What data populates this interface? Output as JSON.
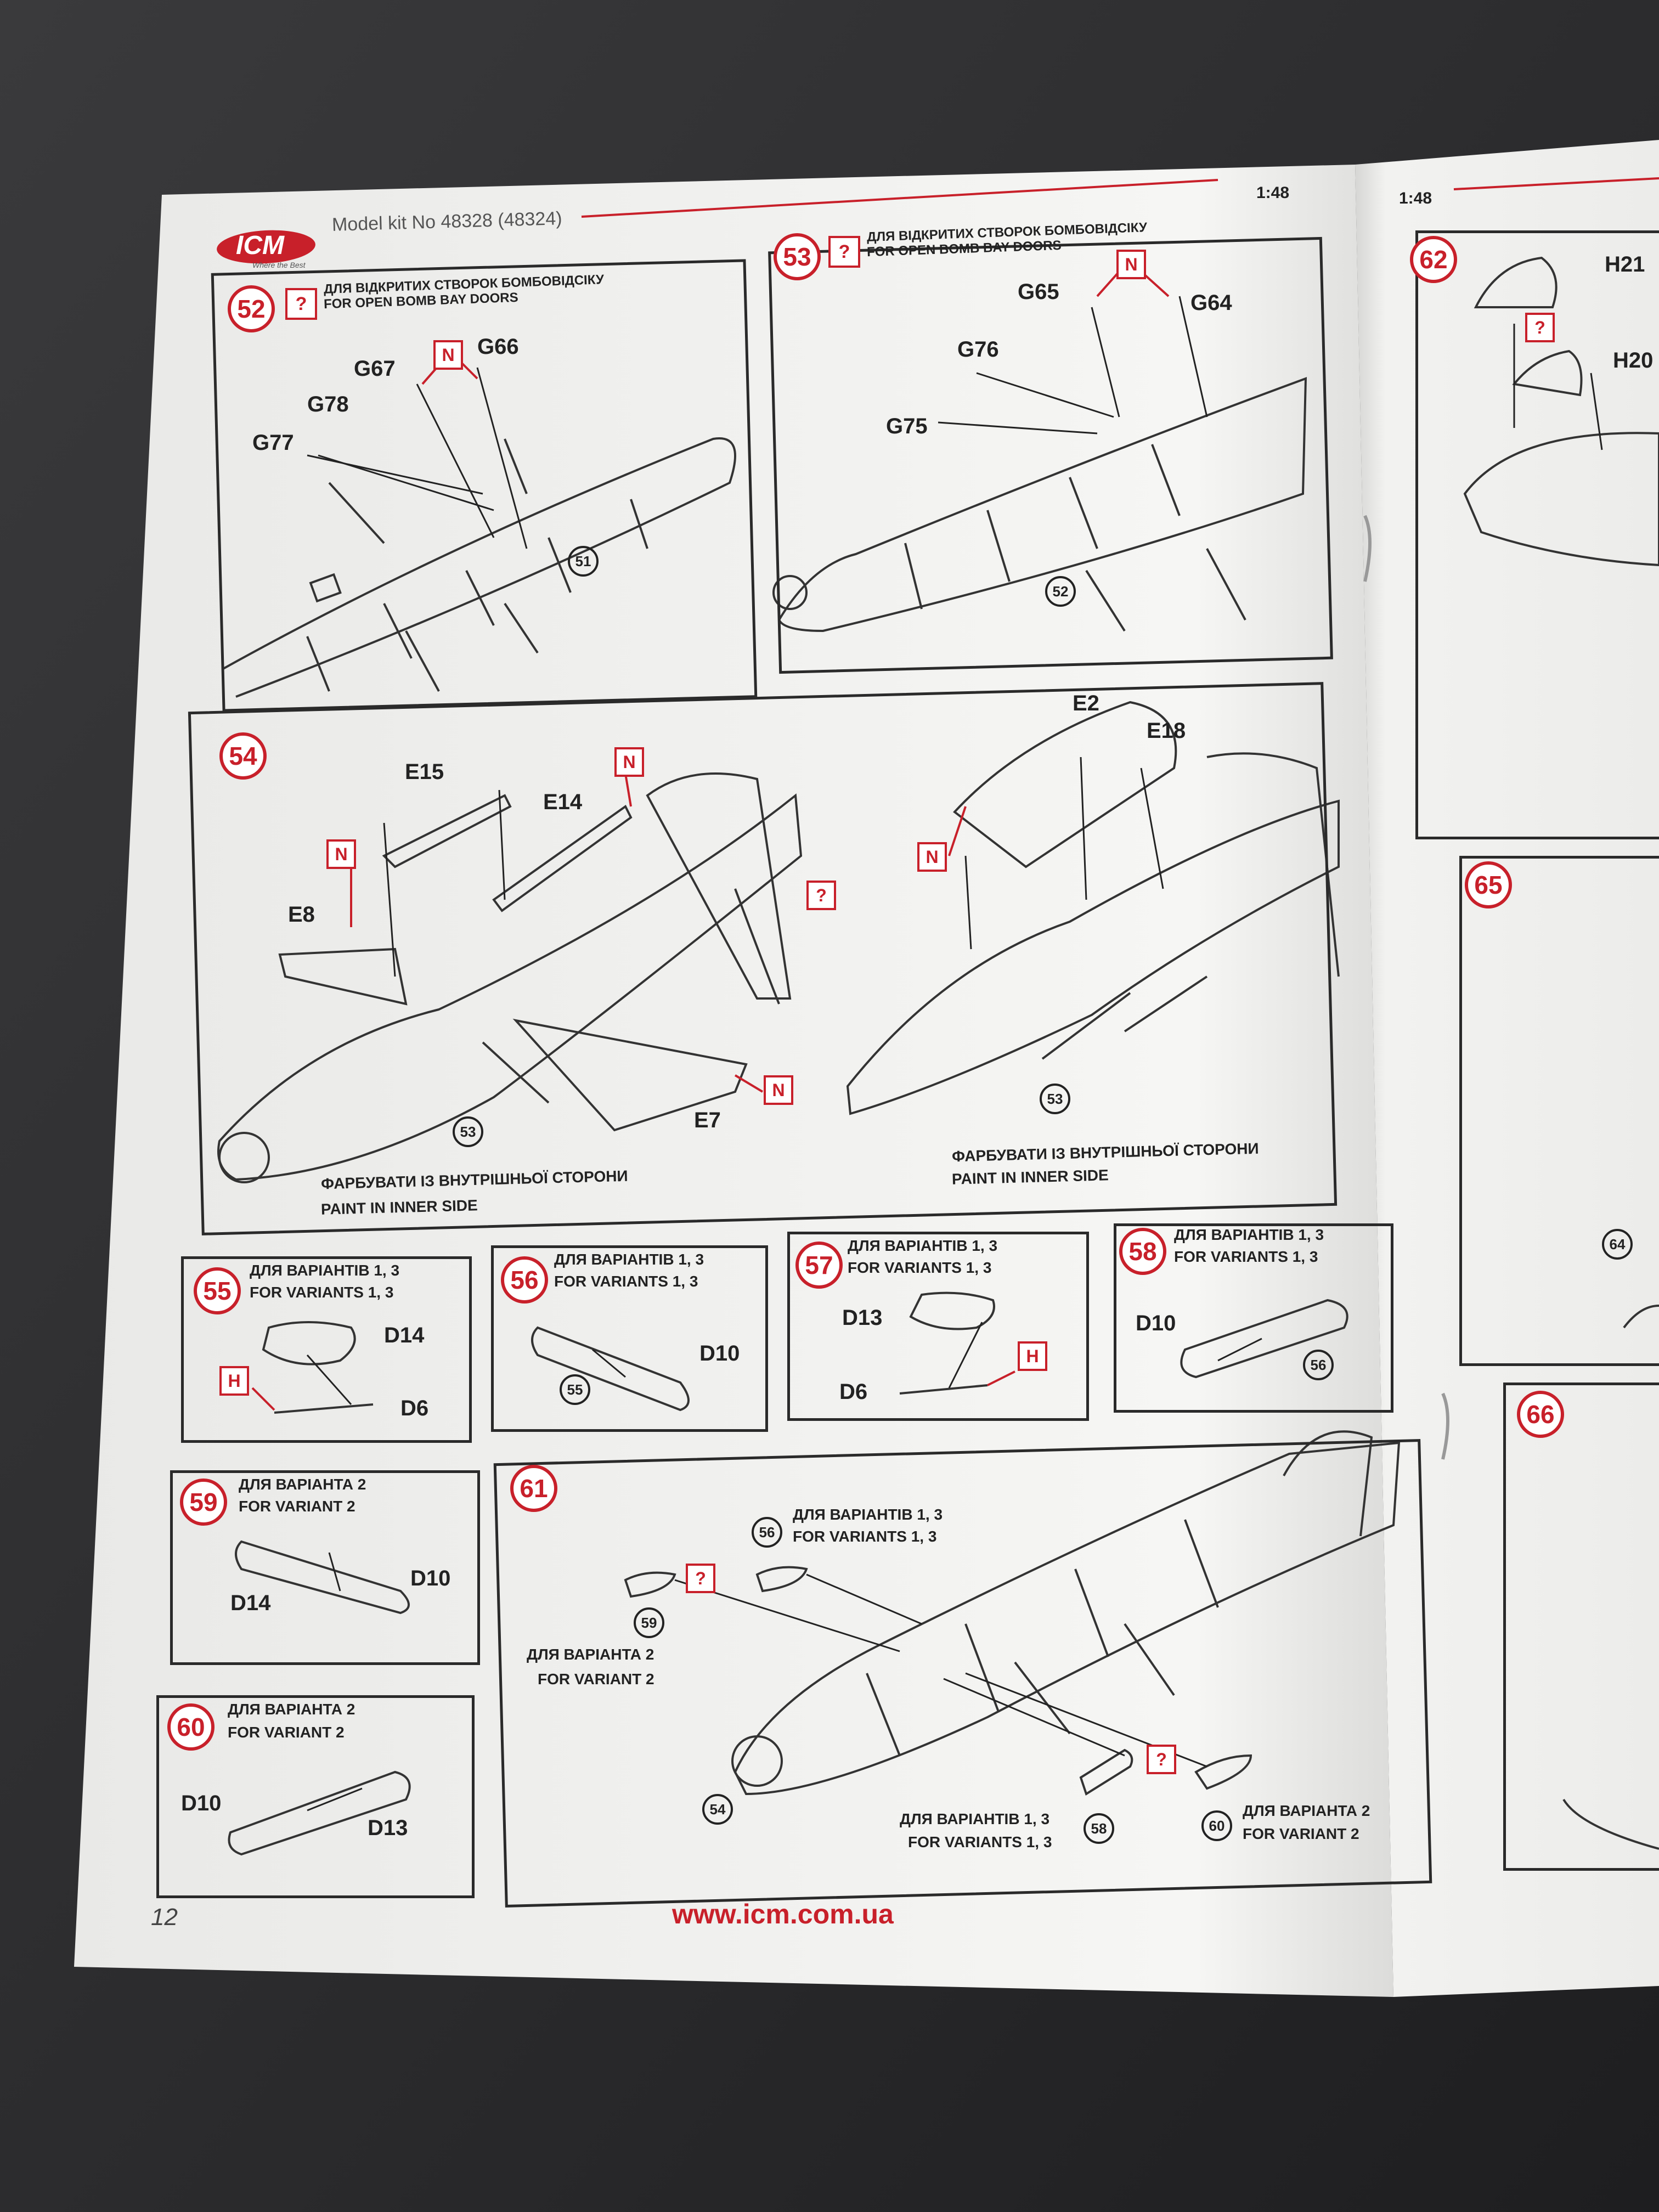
{
  "header": {
    "brand": "ICM",
    "brand_tagline": "Where the Best",
    "model_kit": "Model kit No 48328 (48324)",
    "scale_left": "1:48",
    "scale_right": "1:48"
  },
  "footer": {
    "page_number": "12",
    "website": "www.icm.com.ua"
  },
  "steps": {
    "s52": {
      "num": "52",
      "note_mark": "?",
      "caption_ua": "ДЛЯ ВІДКРИТИХ СТВОРОК БОМБОВІДСІКУ",
      "caption_en": "FOR OPEN BOMB BAY DOORS",
      "parts": [
        "G66",
        "G67",
        "G78",
        "G77"
      ],
      "n_mark": "N",
      "ref": "51"
    },
    "s53": {
      "num": "53",
      "note_mark": "?",
      "caption_ua": "ДЛЯ ВІДКРИТИХ СТВОРОК БОМБОВІДСІКУ",
      "caption_en": "FOR OPEN BOMB BAY DOORS",
      "parts": [
        "G65",
        "G64",
        "G76",
        "G75"
      ],
      "n_mark": "N",
      "ref": "52"
    },
    "s54": {
      "num": "54",
      "parts": [
        "E15",
        "E14",
        "E8",
        "E7",
        "E2",
        "E18"
      ],
      "n_mark": "N",
      "note_mark": "?",
      "ref_left": "53",
      "ref_right": "53",
      "paint_ua": "ФАРБУВАТИ ІЗ ВНУТРІШНЬОЇ СТОРОНИ",
      "paint_en": "PAINT IN INNER SIDE"
    },
    "s55": {
      "num": "55",
      "caption_ua": "ДЛЯ ВАРІАНТІВ 1, 3",
      "caption_en": "FOR VARIANTS 1, 3",
      "parts": [
        "D14",
        "D6"
      ],
      "h_mark": "H"
    },
    "s56": {
      "num": "56",
      "caption_ua": "ДЛЯ ВАРІАНТІВ 1, 3",
      "caption_en": "FOR VARIANTS 1, 3",
      "parts": [
        "D10"
      ],
      "ref": "55"
    },
    "s57": {
      "num": "57",
      "caption_ua": "ДЛЯ ВАРІАНТІВ 1, 3",
      "caption_en": "FOR VARIANTS 1, 3",
      "parts": [
        "D13",
        "D6"
      ],
      "h_mark": "H"
    },
    "s58": {
      "num": "58",
      "caption_ua": "ДЛЯ ВАРІАНТІВ 1, 3",
      "caption_en": "FOR VARIANTS 1, 3",
      "parts": [
        "D10"
      ],
      "ref": "56"
    },
    "s59": {
      "num": "59",
      "caption_ua": "ДЛЯ ВАРІАНТА 2",
      "caption_en": "FOR VARIANT 2",
      "parts": [
        "D10",
        "D14"
      ]
    },
    "s60": {
      "num": "60",
      "caption_ua": "ДЛЯ ВАРІАНТА 2",
      "caption_en": "FOR VARIANT 2",
      "parts": [
        "D10",
        "D13"
      ]
    },
    "s61": {
      "num": "61",
      "note_mark": "?",
      "ref56": "56",
      "v13_ua_top": "ДЛЯ ВАРІАНТІВ 1, 3",
      "v13_en_top": "FOR VARIANTS 1, 3",
      "ref59": "59",
      "v2_ua_left": "ДЛЯ ВАРІАНТА 2",
      "v2_en_left": "FOR VARIANT 2",
      "ref54": "54",
      "v13_ua_bottom": "ДЛЯ ВАРІАНТІВ 1, 3",
      "v13_en_bottom": "FOR VARIANTS 1, 3",
      "ref58": "58",
      "ref60": "60",
      "v2_ua_bottom": "ДЛЯ ВАРІАНТА 2",
      "v2_en_bottom": "FOR VARIANT 2"
    },
    "s62": {
      "num": "62",
      "parts": [
        "H21",
        "H20"
      ],
      "note_mark": "?"
    },
    "s64": {
      "ref": "64"
    },
    "s65": {
      "num": "65"
    },
    "s66": {
      "num": "66"
    }
  },
  "colors": {
    "accent_red": "#c8202a",
    "paper": "#f4f4f2",
    "ink": "#222222",
    "desk": "#2a2a2b"
  }
}
